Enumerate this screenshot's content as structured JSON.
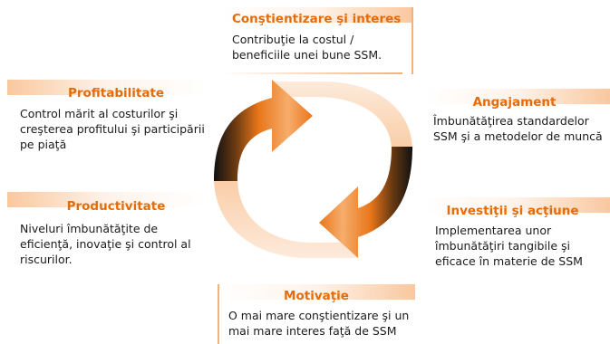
{
  "boxes": {
    "awareness": {
      "title": "Conştientizare şi interes",
      "text": "Contribuţie la costul / beneficiile unei bune SSM."
    },
    "commitment": {
      "title": "Angajament",
      "text": "Îmbunătăţirea standardelor SSM şi a metodelor de muncă"
    },
    "investment": {
      "title": "Investiţii şi acţiune",
      "text": "Implementarea unor îmbunătăţiri tangibile şi eficace în materie de SSM"
    },
    "motivation": {
      "title": "Motivaţie",
      "text": "O mai mare conştientizare şi un mai mare interes faţă de SSM"
    },
    "productivity": {
      "title": "Productivitate",
      "text": "Niveluri îmbunătăţite de eficienţă, inovaţie şi control al riscurilor."
    },
    "profitability": {
      "title": "Profitabilitate",
      "text": "Control mărit al costurilor şi creşterea profitului şi participării pe piaţă"
    }
  },
  "colors": {
    "accent": "#e46c0a",
    "arrow_light": "#fbd3b0",
    "arrow_dark": "#111111"
  }
}
